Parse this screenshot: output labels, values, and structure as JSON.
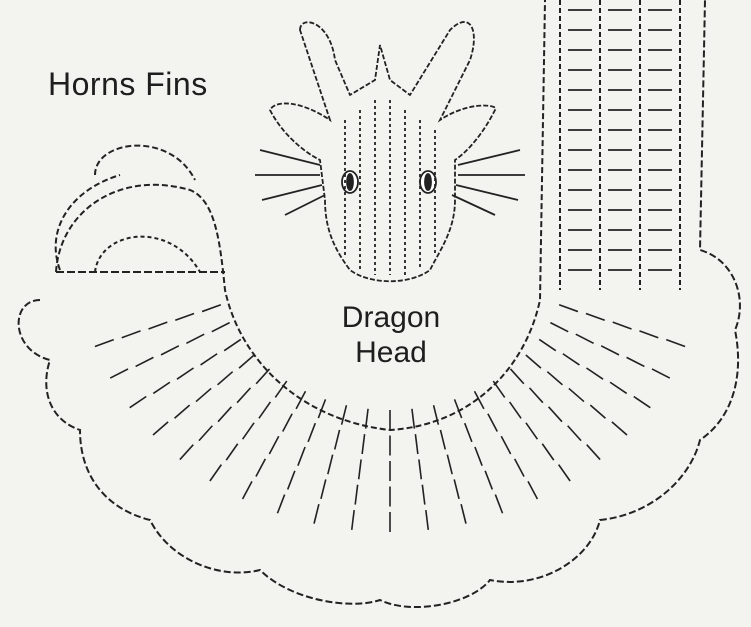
{
  "labels": {
    "horns_fins": "Horns Fins",
    "dragon_head_line1": "Dragon",
    "dragon_head_line2": "Head"
  },
  "colors": {
    "background": "#f3f3ef",
    "ink": "#222222"
  },
  "diagram": {
    "type": "crochet-chart",
    "parts": [
      "horns-fins-collar",
      "dragon-head",
      "neck-strip"
    ]
  }
}
